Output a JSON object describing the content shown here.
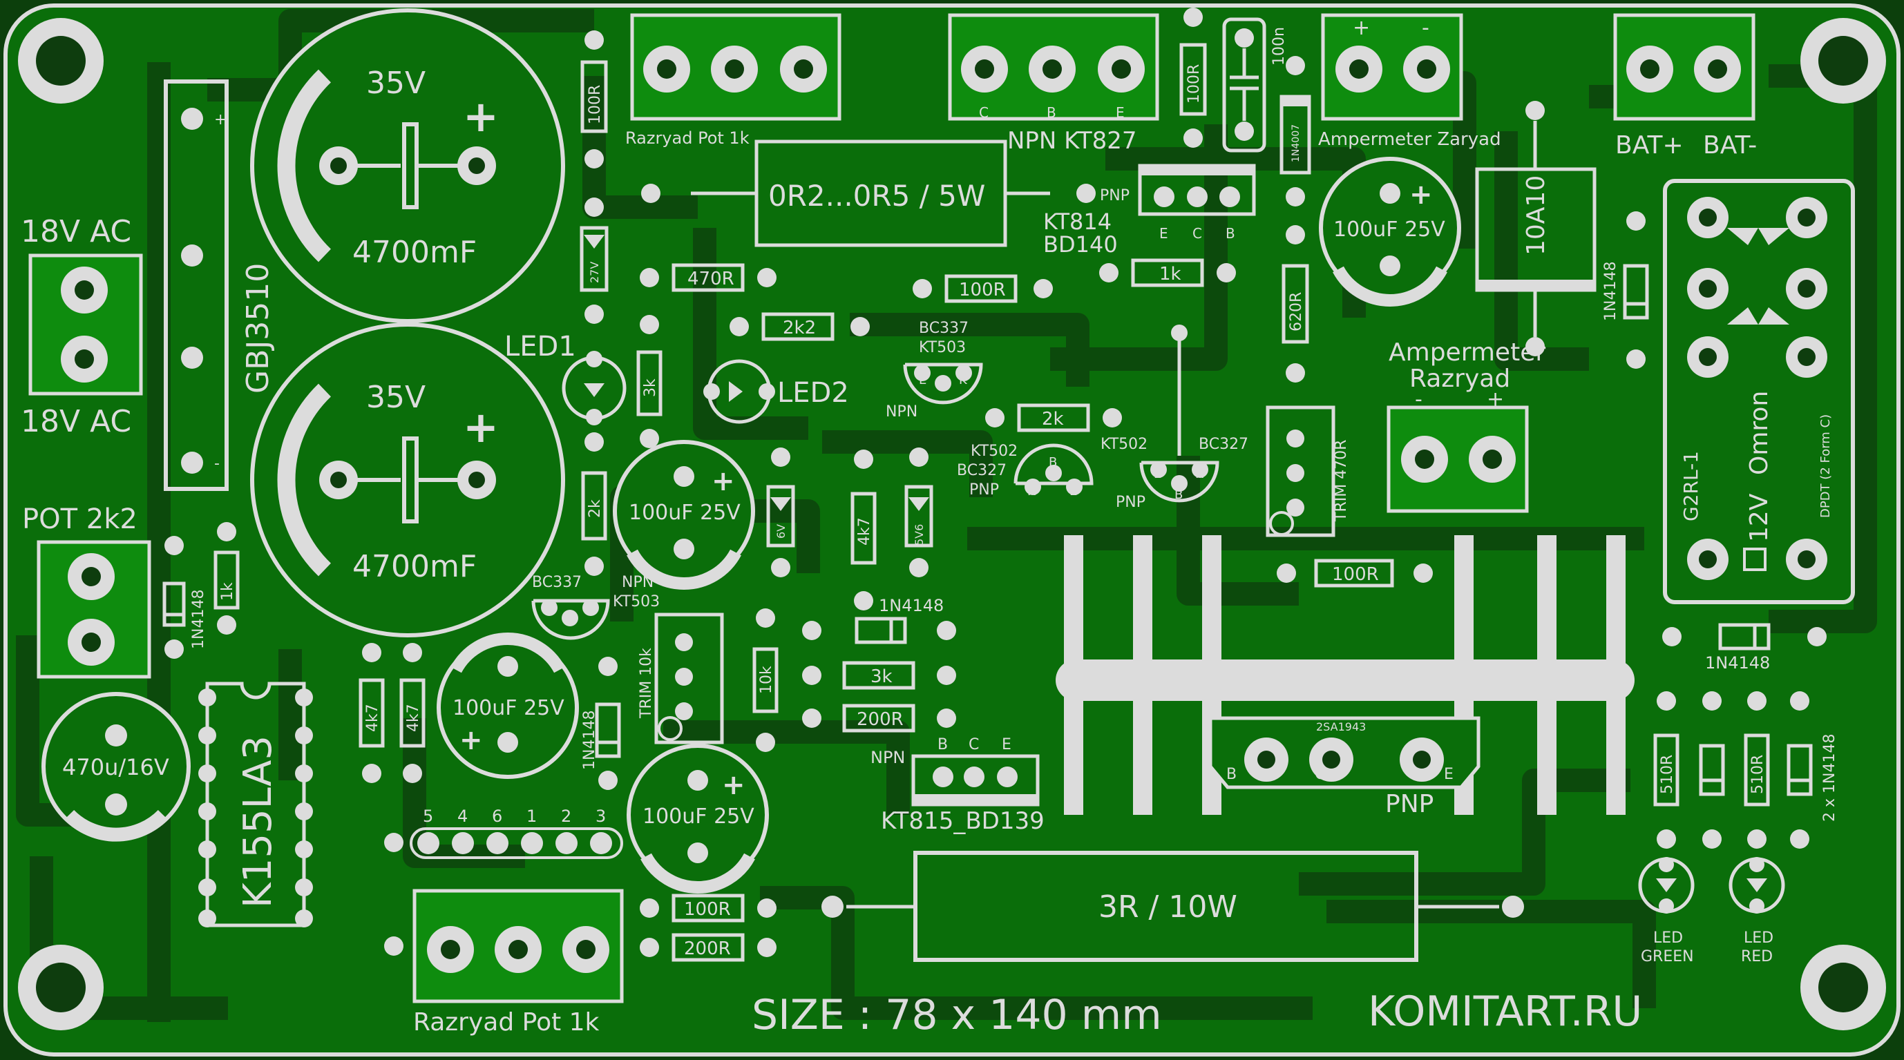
{
  "board": {
    "size_label": "SIZE : 78 x 140 mm",
    "brand": "KOMITART.RU",
    "colors": {
      "board": "#0a6e0a",
      "copper": "#0e8c0e",
      "silk": "#dcdcdc",
      "dark": "#0c3f0c"
    }
  },
  "labels": {
    "in1": "18V AC",
    "in2": "18V AC",
    "bridge": "GBJ3510",
    "bridge_plus": "+",
    "bridge_minus": "-",
    "cap1_v": "35V",
    "cap1_c": "4700mF",
    "cap2_v": "35V",
    "cap2_c": "4700mF",
    "pot2k2": "POT 2k2",
    "d_1n4148_a": "1N4148",
    "r_1k_a": "1k",
    "cap470": "470u/16V",
    "ic": "K155LA3",
    "r100r_top": "100R",
    "zener_27": "27V",
    "led1": "LED1",
    "r470": "470R",
    "r3k_a": "3k",
    "r2k_a": "2k",
    "bc337_a": "BC337",
    "npn_a": "NPN",
    "kt503_a": "KT503",
    "e": "E",
    "b": "B",
    "k": "K",
    "c": "C",
    "cap100_a": "100uF 25V",
    "cap100_b": "100uF 25V",
    "cap100_c": "100uF 25V",
    "cap100_d": "100uF 25V",
    "r4k7_a": "4k7",
    "r4k7_b": "4k7",
    "d_1n4148_b": "1N4148",
    "trim10k": "TRIM 10k",
    "r10k": "10k",
    "razryad_pot_top": "Razryad Pot 1k",
    "razryad_pot_bottom": "Razryad Pot 1k",
    "res_5w": "0R2...0R5 / 5W",
    "r2k2": "2k2",
    "led2": "LED2",
    "zener_6v": "6V",
    "r4k7_c": "4k7",
    "zener_5v6": "5V6",
    "d_1n4148_c": "1N4148",
    "r3k_b": "3k",
    "r200r_a": "200R",
    "npn_kt827": "NPN KT827",
    "pnp_tag": "PNP",
    "kt814": "KT814",
    "bd140": "BD140",
    "r1k_b": "1k",
    "r100r_b": "100R",
    "bc337_b": "BC337",
    "kt503_b": "KT503",
    "npn_b": "NPN",
    "r2k_b": "2k",
    "kt502_a": "KT502",
    "bc327_a": "BC327",
    "pnp_a": "PNP",
    "kt502_b": "KT502",
    "bc327_b": "BC327",
    "pnp_b": "PNP",
    "npn_c": "NPN",
    "kt815": "KT815_BD139",
    "header_pins": [
      "5",
      "4",
      "6",
      "1",
      "2",
      "3"
    ],
    "r100r_c": "100R",
    "r200r_b": "200R",
    "res_10w": "3R / 10W",
    "r100r_top2": "100R",
    "cap100n": "100n",
    "d_1n4007": "1N4007",
    "r620r": "620R",
    "amp_zaryad": "Ampermeter Zaryad",
    "amp_razryad_1": "Ampermeter",
    "amp_razryad_2": "Razryad",
    "trim470": "TRIM 470R",
    "r100r_d": "100R",
    "bat_plus": "BAT+",
    "bat_minus": "BAT-",
    "fuse": "10A10",
    "d_1n4148_d": "1N4148",
    "relay": "G2RL-1",
    "relay_v": "12V",
    "relay_brand": "Omron",
    "relay_type": "DPDT (2 Form C)",
    "d_1n4148_e": "1N4148",
    "r510_a": "510R",
    "r510_b": "510R",
    "d_2x": "2 x 1N4148",
    "led_green_1": "LED",
    "led_green_2": "GREEN",
    "led_red_1": "LED",
    "led_red_2": "RED",
    "power_part": "2SA1943",
    "pnp_power": "PNP"
  }
}
